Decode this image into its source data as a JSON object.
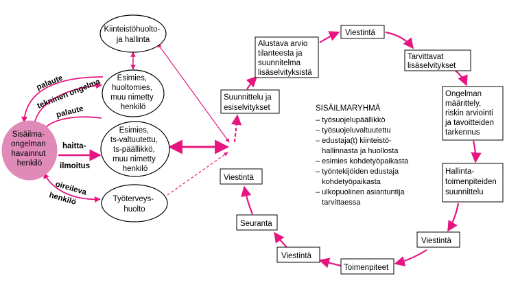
{
  "colors": {
    "accent": "#e6157f",
    "person_fill": "#e08ab8",
    "line": "#000000"
  },
  "left_nodes": {
    "person": [
      "Sisäilma-",
      "ongelman",
      "havainnut",
      "henkilö"
    ],
    "property": [
      "Kiinteistöhuolto-",
      "ja hallinta"
    ],
    "supervisor": [
      "Esimies,",
      "huoltomies,",
      "muu nimetty",
      "henkilö"
    ],
    "ohs": [
      "Esimies,",
      "ts-valtuutettu,",
      "ts-päällikkö,",
      "muu nimetty",
      "henkilö"
    ],
    "health": [
      "Työterveys-",
      "huolto"
    ]
  },
  "edge_labels": {
    "palaute_1": "palaute",
    "tekninen": "tekninen ongelma",
    "palaute_2": "palaute",
    "haitta": [
      "haitta-",
      "ilmoitus"
    ],
    "oireileva": "oireileva",
    "henkilo": "henkilö"
  },
  "cycle_nodes": {
    "alustava": [
      "Alustava arvio",
      "tilanteesta ja",
      "suunnitelma",
      "lisäselvityksistä"
    ],
    "viestinta_top": "Viestintä",
    "tarvittavat": [
      "Tarvittavat",
      "lisäselvitykset"
    ],
    "ongelman": [
      "Ongelman",
      "määrittely,",
      "riskin arviointi",
      "ja tavoitteiden",
      "tarkennus"
    ],
    "hallinta": [
      "Hallinta-",
      "toimenpiteiden",
      "suunnittelu"
    ],
    "viestinta_right": "Viestintä",
    "toimenpiteet": "Toimenpiteet",
    "viestinta_bottom": "Viestintä",
    "seuranta": "Seuranta",
    "viestinta_left": "Viestintä",
    "suunnittelu": [
      "Suunnittelu ja",
      "esiselvitykset"
    ]
  },
  "group": {
    "title": "SISÄILMARYHMÄ",
    "members": [
      "– työsuojelupäällikkö",
      "– työsuojeluvaltuutettu",
      "– edustaja(t) kiinteistö-",
      "   hallinnasta ja huollosta",
      "– esimies kohdetyöpaikasta",
      "– työntekijöiden edustaja",
      "   kohdetyöpaikasta",
      "– ulkopuolinen asiantuntija",
      "   tarvittaessa"
    ]
  }
}
